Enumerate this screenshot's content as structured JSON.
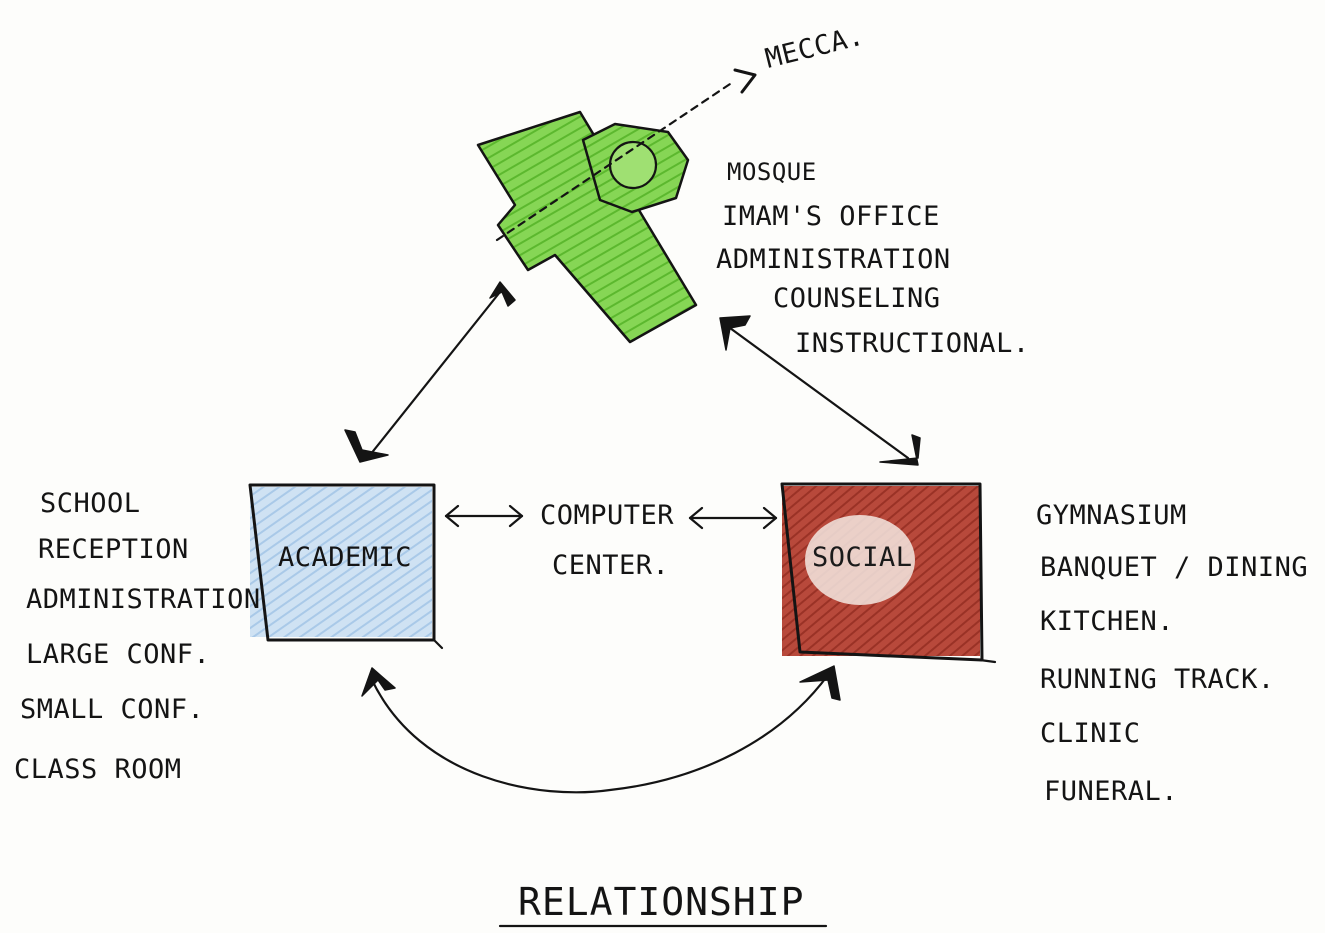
{
  "direction_label": "MECCA.",
  "mosque": {
    "color": "#7bd24a",
    "items": [
      "MOSQUE",
      "IMAM'S OFFICE",
      "ADMINISTRATION",
      "COUNSELING",
      "INSTRUCTIONAL."
    ]
  },
  "academic": {
    "label": "ACADEMIC",
    "color": "#b8d6ee",
    "items": [
      "SCHOOL",
      "RECEPTION",
      "ADMINISTRATION",
      "LARGE CONF.",
      "SMALL CONF.",
      "CLASS ROOM"
    ]
  },
  "computer_center": {
    "lines": [
      "COMPUTER",
      "CENTER."
    ]
  },
  "social": {
    "label": "SOCIAL",
    "color": "#b0463a",
    "items": [
      "GYMNASIUM",
      "BANQUET / DINING",
      "KITCHEN.",
      "RUNNING TRACK.",
      "CLINIC",
      "FUNERAL."
    ]
  },
  "title": "RELATIONSHIP"
}
